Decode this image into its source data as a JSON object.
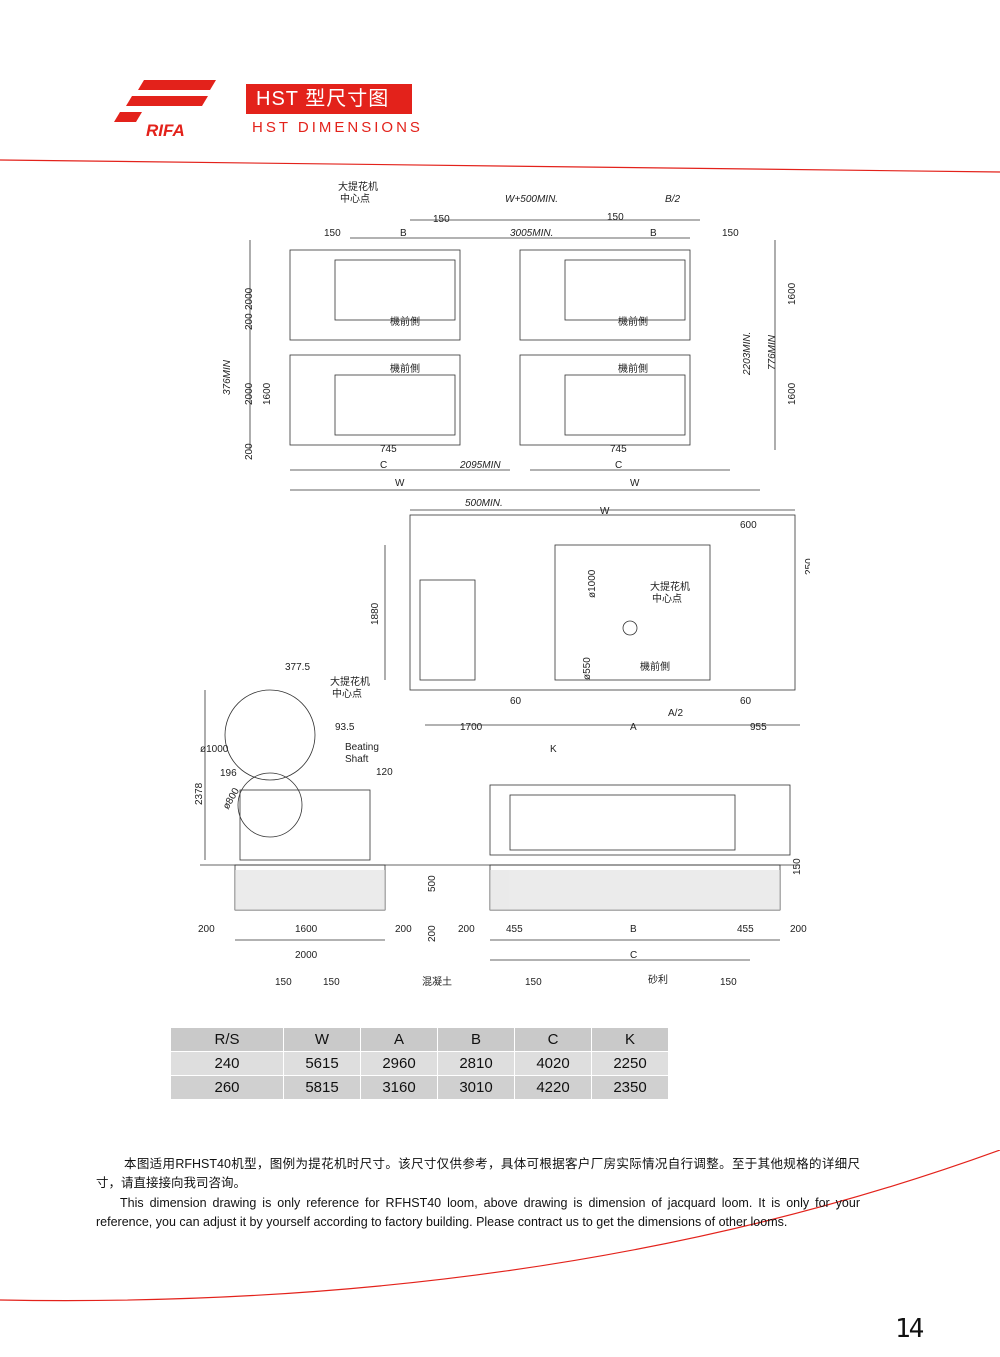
{
  "header": {
    "title_cn": "HST 型尺寸图",
    "title_en": "HST DIMENSIONS",
    "brand": "RIFA",
    "brand_color": "#e3221b"
  },
  "drawing": {
    "labels": {
      "jacquard_center": "大提花机",
      "jacquard_center_2": "中心点",
      "front_side": "機前側",
      "beating_shaft_1": "Beating",
      "beating_shaft_2": "Shaft",
      "concrete": "混凝土",
      "sand": "砂利"
    },
    "dims": {
      "w500": "W+500MIN.",
      "b_half": "B/2",
      "d150": "150",
      "d3005": "3005MIN.",
      "b": "B",
      "c": "C",
      "w": "W",
      "a": "A",
      "k": "K",
      "a_half": "A/2",
      "d200": "200",
      "d2000": "2000",
      "d376": "376MIN",
      "d1600": "1600",
      "d2203": "2203MIN.",
      "d776": "776MIN",
      "d745": "745",
      "d2095": "2095MIN",
      "d500": "500MIN.",
      "d600": "600",
      "d250": "250",
      "d1880": "1880",
      "phi1000": "ø1000",
      "phi550": "ø550",
      "phi800": "ø800",
      "d60": "60",
      "d1700": "1700",
      "d955": "955",
      "d377": "377.5",
      "d93": "93.5",
      "d196": "196",
      "d120": "120",
      "d2378": "2378",
      "d500b": "500",
      "d455": "455"
    }
  },
  "table": {
    "headers": [
      "R/S",
      "W",
      "A",
      "B",
      "C",
      "K"
    ],
    "rows": [
      [
        "240",
        "5615",
        "2960",
        "2810",
        "4020",
        "2250"
      ],
      [
        "260",
        "5815",
        "3160",
        "3010",
        "4220",
        "2350"
      ]
    ]
  },
  "notes": {
    "cn": "本图适用RFHST40机型，图例为提花机时尺寸。该尺寸仅供参考，具体可根据客户厂房实际情况自行调整。至于其他规格的详细尺寸，请直接接向我司咨询。",
    "en": "This dimension drawing is only reference for RFHST40 loom, above drawing is dimension of jacquard loom. It is only for your reference, you can adjust it by yourself according to factory building. Please contract us to get the dimensions of other looms."
  },
  "page": {
    "number": "14"
  }
}
